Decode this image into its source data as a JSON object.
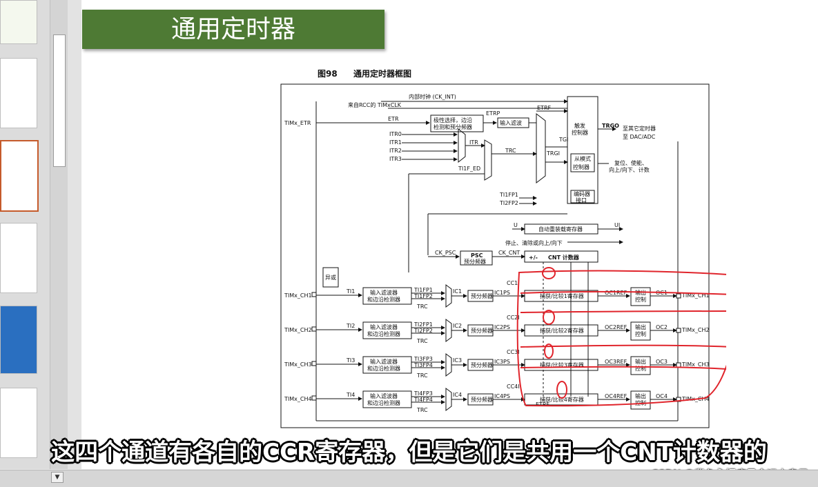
{
  "slide": {
    "title": "通用定时器"
  },
  "figure": {
    "caption_num": "图98",
    "caption_text": "通用定时器框图",
    "labels": {
      "ck_int": "内部时钟 (CK_INT)",
      "rcc": "来自RCC的 TIMxCLK",
      "timx_etr": "TIMx_ETR",
      "etr": "ETR",
      "polarity_line1": "极性选择，边沿",
      "polarity_line2": "检测和预分频器",
      "etrp": "ETRP",
      "input_filter": "输入滤波",
      "etrf": "ETRF",
      "trigger_line1": "触发",
      "trigger_line2": "控制器",
      "trgo": "TRGO",
      "trgo_to1": "至其它定时器",
      "trgo_to2": "至 DAC/ADC",
      "itr0": "ITR0",
      "itr1": "ITR1",
      "itr2": "ITR2",
      "itr3": "ITR3",
      "itr": "ITR",
      "trc": "TRC",
      "tgi": "TGI",
      "trgi": "TRGI",
      "ti1f_ed": "TI1F_ED",
      "slave_line1": "从模式",
      "slave_line2": "控制器",
      "reset_line1": "复位、使能、",
      "reset_line2": "向上/向下、计数",
      "ti1fp1": "TI1FP1",
      "ti2fp2": "TI2FP2",
      "encoder_line1": "编码器",
      "encoder_line2": "接口",
      "u": "U",
      "arr": "自动重装载寄存器",
      "ui": "UI",
      "stop_clear": "停止、清除或向上/向下",
      "ck_psc": "CK_PSC",
      "psc_line1": "PSC",
      "psc_line2": "预分频器",
      "ck_cnt": "CK_CNT",
      "cnt_pm": "+/-",
      "cnt": "CNT 计数器",
      "xor": "异或",
      "filter_line1": "输入滤波器",
      "filter_line2": "和边沿检测器",
      "prescaler": "预分频器",
      "out_line1": "输出",
      "out_line2": "控制",
      "etrf2": "ETRF"
    },
    "channels": [
      {
        "pin": "TIMx_CH1",
        "ti": "TI1",
        "fpa": "TI1FP1",
        "fpb": "TI1FP2",
        "trc": "TRC",
        "ic": "IC1",
        "icps": "IC1PS",
        "cc": "CC1I",
        "reg": "捕获/比较1寄存器",
        "ocref": "OC1REF",
        "oc": "OC1",
        "out": "TIMx_CH1"
      },
      {
        "pin": "TIMx_CH2",
        "ti": "TI2",
        "fpa": "TI2FP1",
        "fpb": "TI2FP2",
        "trc": "TRC",
        "ic": "IC2",
        "icps": "IC2PS",
        "cc": "CC2I",
        "reg": "捕获/比较2寄存器",
        "ocref": "OC2REF",
        "oc": "OC2",
        "out": "TIMx_CH2"
      },
      {
        "pin": "TIMx_CH3",
        "ti": "TI3",
        "fpa": "TI3FP3",
        "fpb": "TI3FP4",
        "trc": "TRC",
        "ic": "IC3",
        "icps": "IC3PS",
        "cc": "CC3I",
        "reg": "捕获/比较3寄存器",
        "ocref": "OC3REF",
        "oc": "OC3",
        "out": "TIMx_CH3"
      },
      {
        "pin": "TIMx_CH4",
        "ti": "TI4",
        "fpa": "TI4FP3",
        "fpb": "TI4FP4",
        "trc": "TRC",
        "ic": "IC4",
        "icps": "IC4PS",
        "cc": "CC4I",
        "reg": "捕获/比较4寄存器",
        "ocref": "OC4REF",
        "oc": "OC4",
        "out": "TIMx_CH4"
      }
    ]
  },
  "subtitle": "这四个通道有各自的CCR寄存器，但是它们是共用一个CNT计数器的",
  "watermark": "CSDN @背负永恒疾风命运之皇子",
  "icons": {
    "scroll_down": "chevron-down-icon"
  },
  "colors": {
    "title_bg": "#4e7a34",
    "annotation": "#e0242b",
    "selected_thumb": "#c55a2b"
  }
}
